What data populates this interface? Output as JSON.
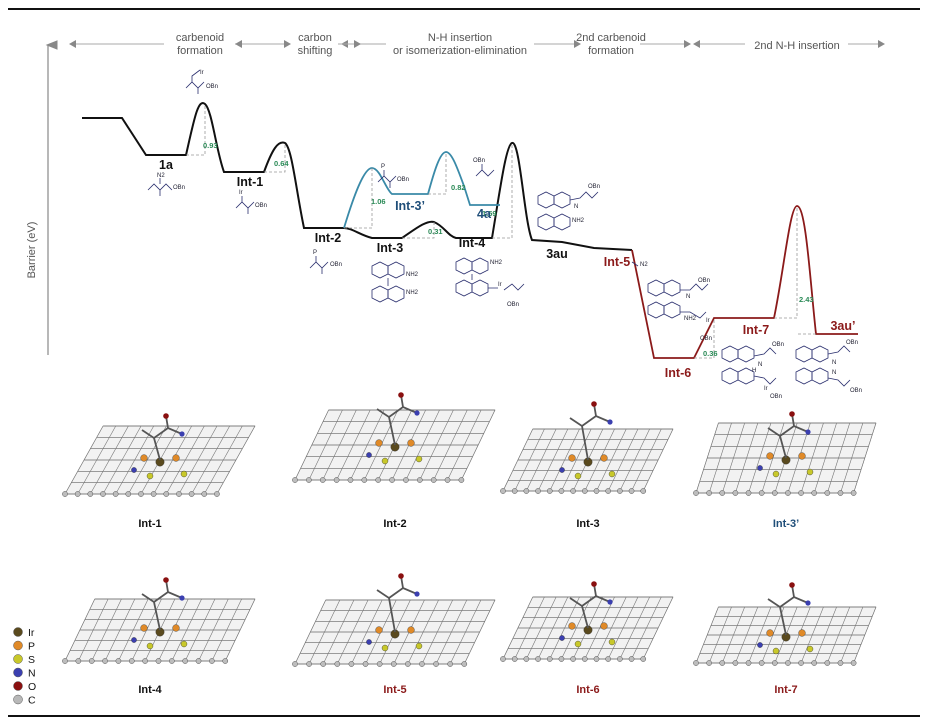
{
  "axis": {
    "ylabel": "Barrier (eV)"
  },
  "phases": [
    {
      "line1": "carbenoid",
      "line2": "formation"
    },
    {
      "line1": "carbon",
      "line2": "shifting"
    },
    {
      "line1": "N-H insertion",
      "line2": "or isomerization-elimination"
    },
    {
      "line1": "2nd carbenoid",
      "line2": "formation"
    },
    {
      "line1": "2nd N-H insertion",
      "line2": ""
    }
  ],
  "states": {
    "s1a": "1a",
    "int1": "Int-1",
    "int2": "Int-2",
    "int3": "Int-3",
    "int3p": "Int-3’",
    "int4": "Int-4",
    "s4a": "4a",
    "s3au": "3au",
    "int5": "Int-5",
    "int6": "Int-6",
    "int7": "Int-7",
    "s3aup": "3au’"
  },
  "barriers": {
    "b1": "0.93",
    "b2": "0.64",
    "b3": "1.06",
    "b4": "0.82",
    "b5": "0.31",
    "b6": "1.59",
    "b7": "0.36",
    "b8": "2.43"
  },
  "molecule_text": {
    "obn": "OBn",
    "nh2": "NH2",
    "n2": "N2",
    "ir": "Ir",
    "p": "P",
    "h": "H",
    "n": "N"
  },
  "snapshots": [
    "Int-1",
    "Int-2",
    "Int-3",
    "Int-3’",
    "Int-4",
    "Int-5",
    "Int-6",
    "Int-7"
  ],
  "legend": [
    {
      "label": "Ir",
      "color": "#5a4a1e"
    },
    {
      "label": "P",
      "color": "#e08a28"
    },
    {
      "label": "S",
      "color": "#c8c82a"
    },
    {
      "label": "N",
      "color": "#3b3fb0"
    },
    {
      "label": "O",
      "color": "#8a1010"
    },
    {
      "label": "C",
      "color": "#b8b8b8"
    }
  ],
  "colors": {
    "main_path": "#111111",
    "isomer_path": "#3a8aa8",
    "second_cycle_path": "#8b1a1a",
    "barrier_label": "#2b8a57",
    "int3p_label": "#1f4e79",
    "red_label": "#8b1a1a"
  }
}
